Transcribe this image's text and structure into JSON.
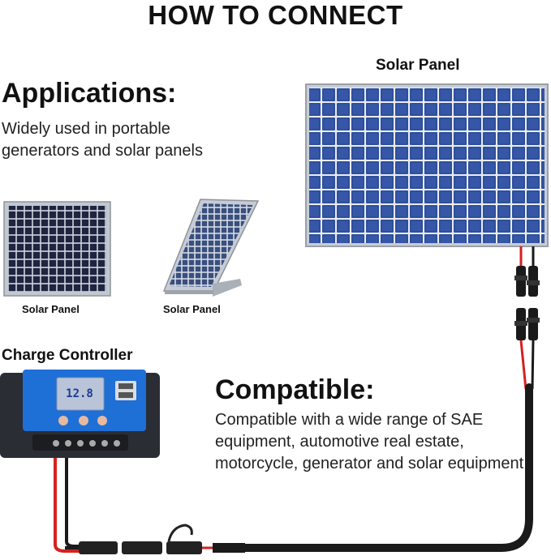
{
  "header": {
    "title": "HOW TO CONNECT"
  },
  "applications": {
    "heading": "Applications:",
    "description": "Widely used in portable generators and solar panels",
    "panel_label_1": "Solar Panel",
    "panel_label_2": "Solar Panel"
  },
  "main_panel": {
    "label": "Solar Panel"
  },
  "controller": {
    "label": "Charge Controller",
    "display_value": "12.8"
  },
  "compatible": {
    "heading": "Compatible:",
    "description": "Compatible with a wide range of SAE equipment, automotive real estate, motorcycle, generator and solar equipment"
  },
  "colors": {
    "panel_cell": "#2f4f9a",
    "panel_frame": "#c9cdd4",
    "controller_body": "#2a2d33",
    "controller_face": "#1e6fd6",
    "wire_red": "#d62020",
    "wire_black": "#1a1a1a"
  }
}
